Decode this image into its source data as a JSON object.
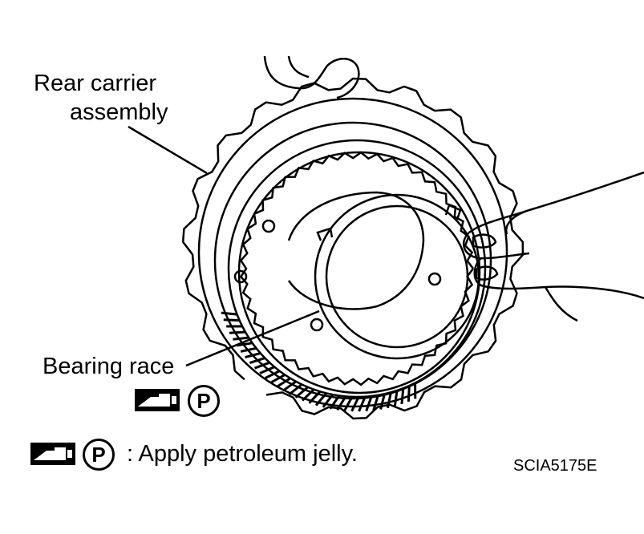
{
  "labels": {
    "rear_carrier_line1": "Rear carrier",
    "rear_carrier_line2": "assembly",
    "bearing_race": "Bearing race"
  },
  "legend": {
    "symbol_letter": "P",
    "text": ": Apply petroleum jelly."
  },
  "figure_code": "SCIA5175E",
  "colors": {
    "ink": "#000000",
    "paper": "#ffffff"
  },
  "icons": [
    "petroleum-jelly-gun-icon",
    "petroleum-p-icon"
  ]
}
